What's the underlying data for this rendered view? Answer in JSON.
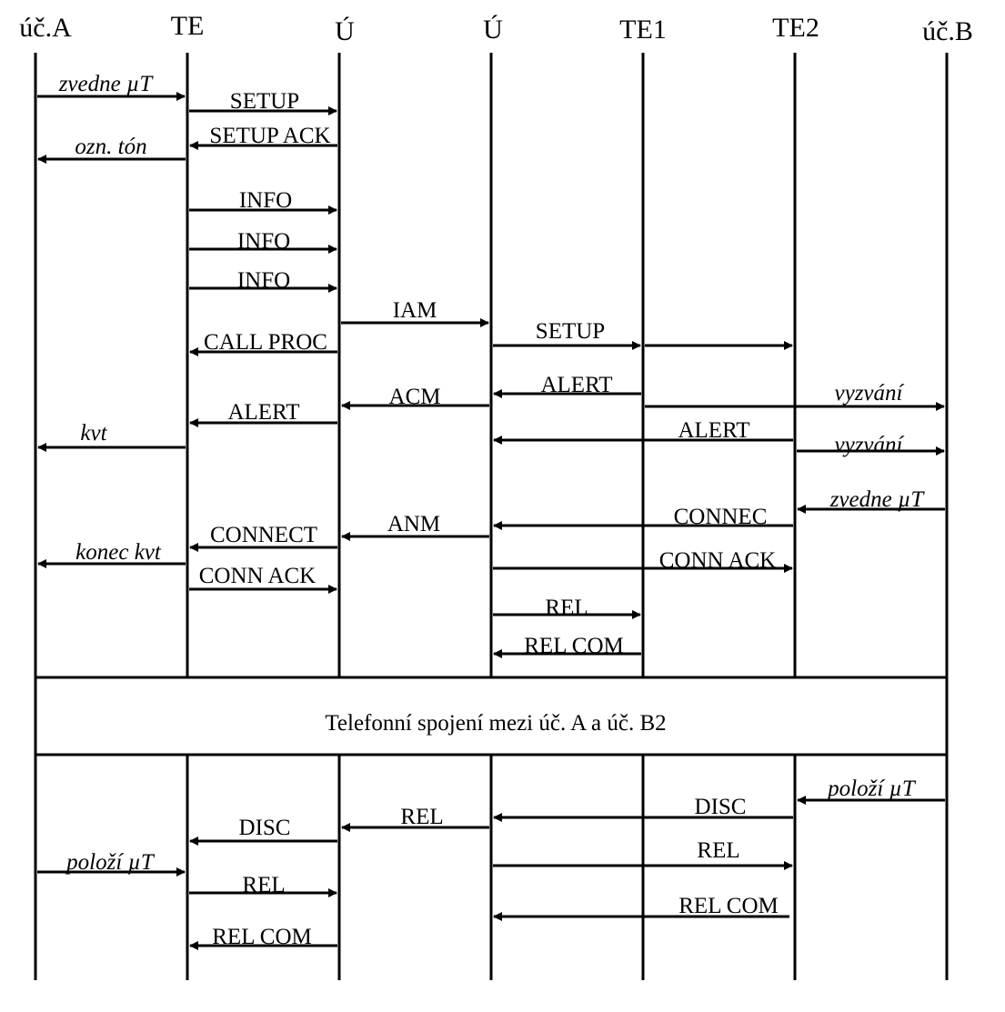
{
  "participants": [
    {
      "id": "ucA",
      "label": "úč.A"
    },
    {
      "id": "TE",
      "label": "TE"
    },
    {
      "id": "U1",
      "label": "Ú"
    },
    {
      "id": "U2",
      "label": "Ú"
    },
    {
      "id": "TE1",
      "label": "TE1"
    },
    {
      "id": "TE2",
      "label": "TE2"
    },
    {
      "id": "ucB",
      "label": "úč.B"
    }
  ],
  "messages": [
    {
      "label": "zvedne µT",
      "italic": true
    },
    {
      "label": "SETUP"
    },
    {
      "label": "SETUP ACK"
    },
    {
      "label": "ozn. tón",
      "italic": true
    },
    {
      "label": "INFO"
    },
    {
      "label": "INFO"
    },
    {
      "label": "INFO"
    },
    {
      "label": "IAM"
    },
    {
      "label": "SETUP"
    },
    {
      "label": ""
    },
    {
      "label": "CALL PROC"
    },
    {
      "label": "ALERT"
    },
    {
      "label": "ACM"
    },
    {
      "label": "vyzvání",
      "italic": true
    },
    {
      "label": "ALERT"
    },
    {
      "label": "kvt",
      "italic": true
    },
    {
      "label": "ALERT"
    },
    {
      "label": "vyzvání",
      "italic": true
    },
    {
      "label": "zvedne µT",
      "italic": true
    },
    {
      "label": "CONNEC"
    },
    {
      "label": "ANM"
    },
    {
      "label": "CONNECT"
    },
    {
      "label": "konec kvt",
      "italic": true
    },
    {
      "label": "CONN ACK"
    },
    {
      "label": "CONN ACK"
    },
    {
      "label": "REL"
    },
    {
      "label": "REL COM"
    },
    {
      "label": "položí µT",
      "italic": true
    },
    {
      "label": "DISC"
    },
    {
      "label": "REL"
    },
    {
      "label": "DISC"
    },
    {
      "label": "položí µT",
      "italic": true
    },
    {
      "label": "REL"
    },
    {
      "label": "REL"
    },
    {
      "label": "REL COM"
    },
    {
      "label": "REL COM"
    }
  ],
  "band": {
    "label": "Telefonní spojení mezi úč. A a úč. B2"
  }
}
